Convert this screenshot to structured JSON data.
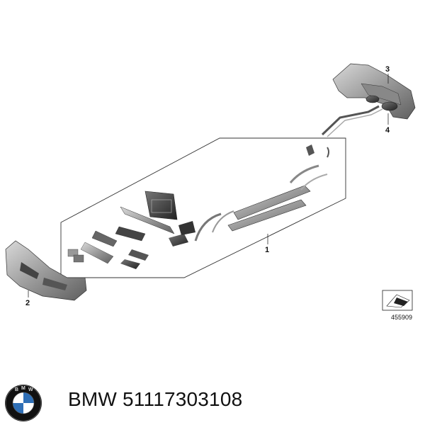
{
  "diagram": {
    "callouts": [
      {
        "id": "1",
        "label": "1"
      },
      {
        "id": "2",
        "label": "2"
      },
      {
        "id": "3",
        "label": "3"
      },
      {
        "id": "4",
        "label": "4"
      }
    ],
    "reference_number": "455909"
  },
  "caption": {
    "brand": "BMW",
    "part_number": "51117303108"
  },
  "logo": {
    "lettering": "BMW",
    "colors": {
      "ring": "#111111",
      "blue": "#2f6fb6",
      "white": "#ffffff"
    }
  }
}
